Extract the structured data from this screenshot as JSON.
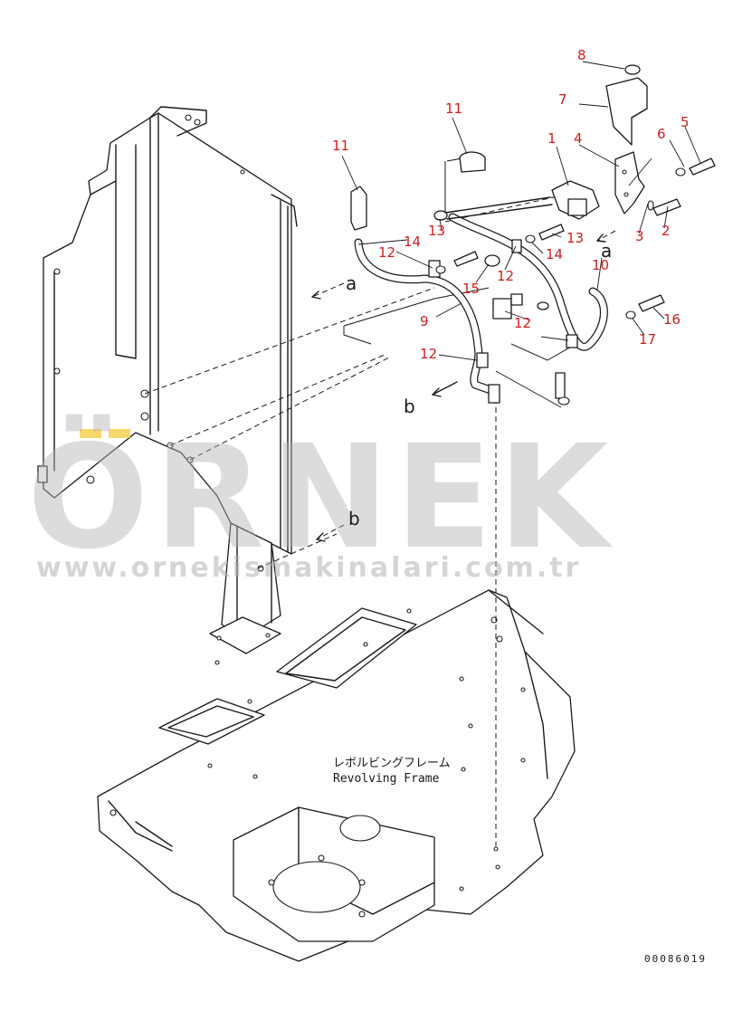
{
  "labels": {
    "p1": "1",
    "p2": "2",
    "p3": "3",
    "p4": "4",
    "p5": "5",
    "p6": "6",
    "p7": "7",
    "p8": "8",
    "p9": "9",
    "p10": "10",
    "p11a": "11",
    "p11b": "11",
    "p12a": "12",
    "p12b": "12",
    "p12c": "12",
    "p12d": "12",
    "p13a": "13",
    "p13b": "13",
    "p14a": "14",
    "p14b": "14",
    "p15": "15",
    "p16": "16",
    "p17": "17"
  },
  "refs": {
    "a1": "a",
    "a2": "a",
    "b1": "b",
    "b2": "b"
  },
  "frame_label": {
    "jp": "レボルビングフレーム",
    "en": "Revolving Frame"
  },
  "drawing_code": "00086019",
  "watermark": {
    "brand": "ÖRNEK",
    "url": "www.ornekismakinalari.com.tr"
  },
  "colors": {
    "label": "#d21c1c",
    "line": "#1a1a1a",
    "watermark": "#b3b3b3",
    "accent": "#f4cc3a"
  }
}
